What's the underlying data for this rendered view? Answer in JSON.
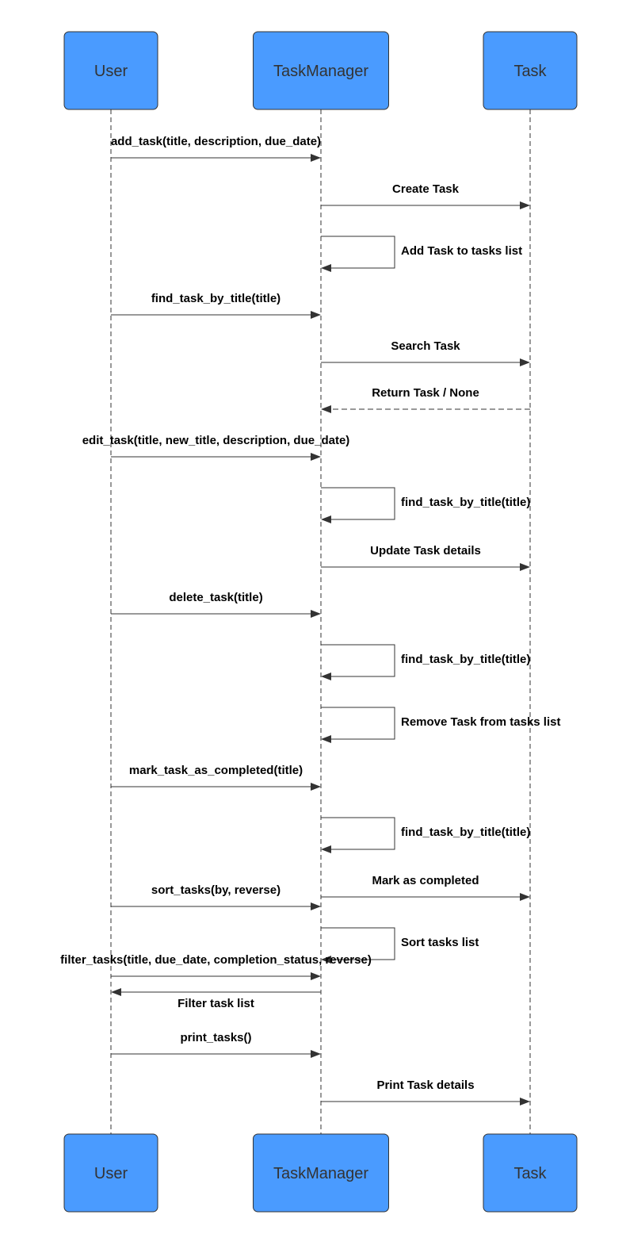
{
  "colors": {
    "actor_fill": "#4a9bff",
    "actor_text": "#333333",
    "line": "#333333",
    "label": "#000000"
  },
  "participants": [
    {
      "id": "user",
      "label": "User"
    },
    {
      "id": "taskmanager",
      "label": "TaskManager"
    },
    {
      "id": "task",
      "label": "Task"
    }
  ],
  "messages": [
    {
      "from": "user",
      "to": "taskmanager",
      "label": "add_task(title, description, due_date)"
    },
    {
      "from": "taskmanager",
      "to": "task",
      "label": "Create Task"
    },
    {
      "from": "taskmanager",
      "to": "taskmanager",
      "label": "Add Task to tasks list"
    },
    {
      "from": "user",
      "to": "taskmanager",
      "label": "find_task_by_title(title)"
    },
    {
      "from": "taskmanager",
      "to": "task",
      "label": "Search Task"
    },
    {
      "from": "task",
      "to": "taskmanager",
      "label": "Return Task / None",
      "style": "dashed"
    },
    {
      "from": "user",
      "to": "taskmanager",
      "label": "edit_task(title, new_title, description, due_date)"
    },
    {
      "from": "taskmanager",
      "to": "taskmanager",
      "label": "find_task_by_title(title)"
    },
    {
      "from": "taskmanager",
      "to": "task",
      "label": "Update Task details"
    },
    {
      "from": "user",
      "to": "taskmanager",
      "label": "delete_task(title)"
    },
    {
      "from": "taskmanager",
      "to": "taskmanager",
      "label": "find_task_by_title(title)"
    },
    {
      "from": "taskmanager",
      "to": "taskmanager",
      "label": "Remove Task from tasks list"
    },
    {
      "from": "user",
      "to": "taskmanager",
      "label": "mark_task_as_completed(title)"
    },
    {
      "from": "taskmanager",
      "to": "taskmanager",
      "label": "find_task_by_title(title)"
    },
    {
      "from": "taskmanager",
      "to": "task",
      "label": "Mark as completed"
    },
    {
      "from": "user",
      "to": "taskmanager",
      "label": "sort_tasks(by, reverse)"
    },
    {
      "from": "taskmanager",
      "to": "taskmanager",
      "label": "Sort tasks list"
    },
    {
      "from": "user",
      "to": "taskmanager",
      "label": "filter_tasks(title, due_date, completion_status, reverse)"
    },
    {
      "from": "taskmanager",
      "to": "user",
      "label": "Filter task list",
      "label_position": "below"
    },
    {
      "from": "user",
      "to": "taskmanager",
      "label": "print_tasks()"
    },
    {
      "from": "taskmanager",
      "to": "task",
      "label": "Print Task details"
    }
  ]
}
